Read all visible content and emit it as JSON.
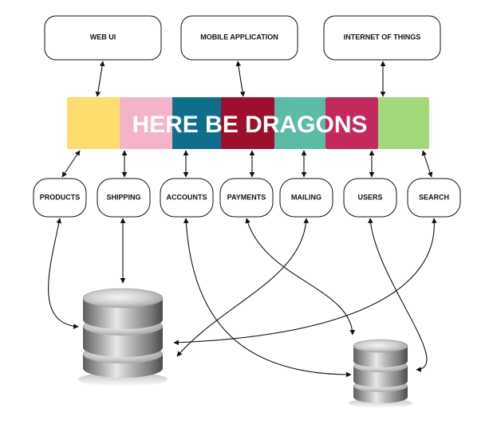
{
  "clients": [
    {
      "id": "web-ui",
      "label": "WEB UI"
    },
    {
      "id": "mobile-application",
      "label": "MOBILE APPLICATION"
    },
    {
      "id": "internet-of-things",
      "label": "INTERNET OF THINGS"
    }
  ],
  "banner": {
    "text": "HERE BE DRAGONS",
    "colors": [
      "#fddd6e",
      "#f4b3c8",
      "#0e6f8c",
      "#9e0f2d",
      "#5bbba6",
      "#c2295f",
      "#a1d97a"
    ]
  },
  "services": [
    {
      "id": "products",
      "label": "PRODUCTS"
    },
    {
      "id": "shipping",
      "label": "SHIPPING"
    },
    {
      "id": "accounts",
      "label": "ACCOUNTS"
    },
    {
      "id": "payments",
      "label": "PAYMENTS"
    },
    {
      "id": "mailing",
      "label": "MAILING"
    },
    {
      "id": "users",
      "label": "USERS"
    },
    {
      "id": "search",
      "label": "SEARCH"
    }
  ],
  "databases": [
    {
      "id": "primary-database",
      "icon": "database-icon"
    },
    {
      "id": "secondary-database",
      "icon": "database-icon"
    }
  ]
}
